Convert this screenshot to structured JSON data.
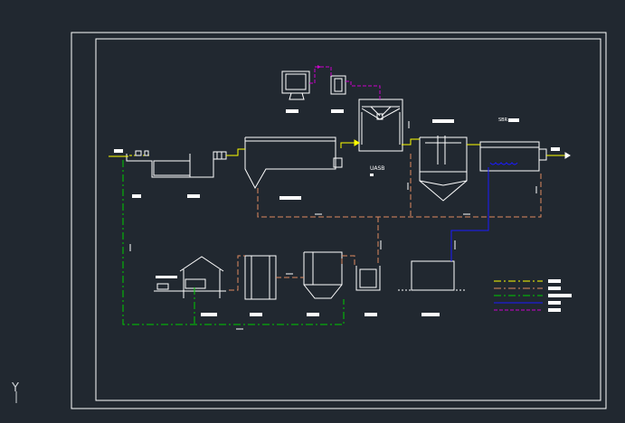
{
  "drawing": {
    "colors": {
      "background": "#212830",
      "outline": "#ffffff",
      "water_line": "#ffff00",
      "return_line": "#e08a60",
      "sludge_line": "#00cc00",
      "control_line": "#cc00cc",
      "air_line": "#1a1aff"
    },
    "labels": {
      "uasb": "UASB",
      "sbr": "SBR"
    },
    "legend": [
      {
        "line": "water",
        "color": "#ffff00",
        "dash": "dashdot"
      },
      {
        "line": "return",
        "color": "#e08a60",
        "dash": "dashdot"
      },
      {
        "line": "sludge",
        "color": "#00cc00",
        "dash": "dashdot"
      },
      {
        "line": "air",
        "color": "#1a1aff",
        "dash": "solid"
      },
      {
        "line": "control",
        "color": "#cc00cc",
        "dash": "dash"
      }
    ],
    "axis_icon": "ucs-y-axis-icon",
    "axis_label": "Y"
  }
}
